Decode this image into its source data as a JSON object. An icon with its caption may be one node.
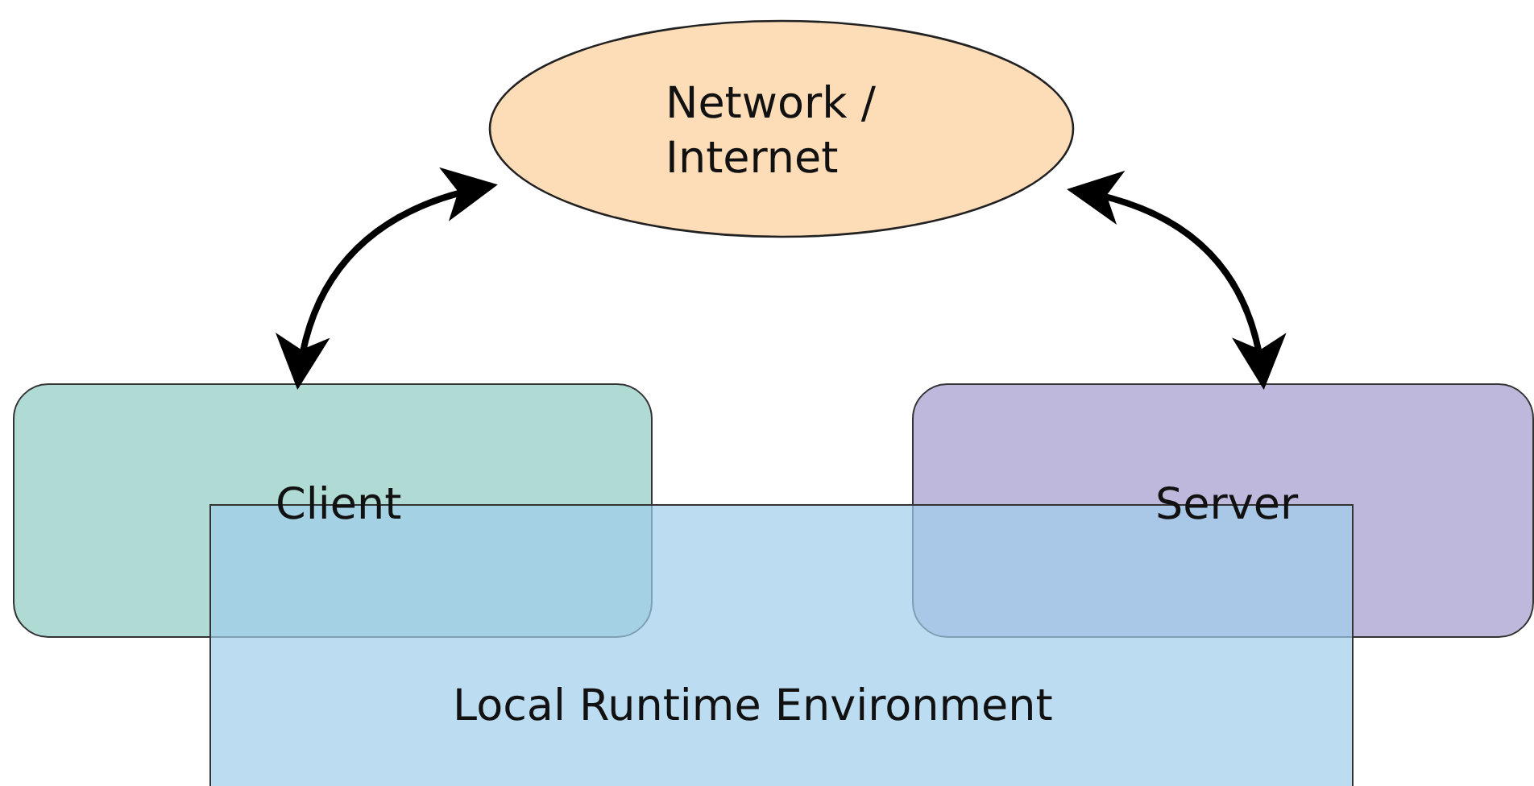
{
  "diagram": {
    "nodes": [
      {
        "text": [
          "Network / Internet"
        ]
      },
      {
        "text": [
          "Client"
        ]
      },
      {
        "text": [
          "Server"
        ]
      },
      {
        "text": [
          "Local Runtime Environment"
        ]
      }
    ],
    "edges": [
      {
        "from": 0,
        "to": 1,
        "arrow": "both"
      },
      {
        "from": 0,
        "to": 2,
        "arrow": "both"
      }
    ]
  }
}
